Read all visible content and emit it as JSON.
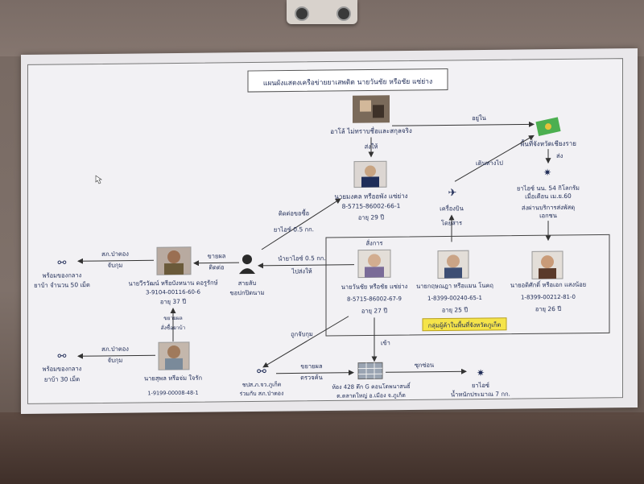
{
  "diagram": {
    "title": "แผนผังแสดงเครือข่ายยาเสพติด นายวันชัย หรือชัย แซ่ย่าง",
    "boss": {
      "name": "อาโล้ ไม่ทราบชื่อและสกุลจริง"
    },
    "region": {
      "label": "พื้นที่จังหวัดเชียงราย"
    },
    "drugs_source": {
      "line1": "ยาไอซ์ นน. 54 กิโลกรัม",
      "line2": "เมื่อเดือน เม.ย.60",
      "line3": "ส่งผ่านบริการส่งพัสดุ",
      "line4": "เอกชน"
    },
    "mongkol": {
      "name": "นายมงคล หรืออพัง แซ่ย่าง",
      "id": "8-5715-86002-66-1",
      "age": "อายุ 29 ปี"
    },
    "contact": {
      "name": "สายลับ",
      "name2": "ขอปกปิดนาม"
    },
    "wanchai": {
      "name": "นายวันชัย หรือชัย แซ่ย่าง",
      "id": "8-5715-86002-67-9",
      "age": "อายุ 27 ปี"
    },
    "p2": {
      "name": "นายกฤษณฎา หรือแมน โนคฤ",
      "id": "1-8399-00240-65-1",
      "age": "อายุ 25 ปี"
    },
    "p3": {
      "name": "นายอดิศักดิ์ หรือเอก แสงน้อย",
      "id": "1-8399-00212-81-0",
      "age": "อายุ 26 ปี"
    },
    "group_label": "กลุ่มผู้ค้าในพื้นที่จังหวัดภูเก็ต",
    "werawat": {
      "name": "นายวีรวัฒน์ หรือบังหนาน ดอรูรักษ์",
      "id": "3-9104-00116-60-6",
      "age": "อายุ 37 ปี"
    },
    "somsak": {
      "name": "นายสุพล หรือจ่ม ใจรัก",
      "id": "1-9199-00008-48-1"
    },
    "seizure1": {
      "line1": "พร้อมของกลาง",
      "line2": "ยาบ้า จำนวน 50 เม็ด"
    },
    "seizure2": {
      "line1": "พร้อมของกลาง",
      "line2": "ยาบ้า 30 เม็ด"
    },
    "police": {
      "line1": "ชปส.ภ.จว.ภูเก็ต",
      "line2": "ร่วมกับ สภ.ป่าตอง"
    },
    "condo": {
      "line1": "ห้อง 428 ตึก G คอนโดพนาสนธิ์",
      "line2": "ต.ตลาดใหญ่ อ.เมือง จ.ภูเก็ต"
    },
    "ice_final": {
      "line1": "ยาไอซ์",
      "line2": "น้ำหนักประมาณ 7 กก."
    },
    "edges": {
      "in_region": "อยู่ใน",
      "send_to": "ส่งให้",
      "travel": "เดินทางไป",
      "send": "ส่ง",
      "contact_buy": "ติดต่อขอซื้อ",
      "ice_half": "ยาไอซ์ 0.5 กก.",
      "sell_contact1": "ขายผล",
      "sell_contact2": "ติดต่อ",
      "ice_send1": "นำยาไอซ์ 0.5 กก.",
      "ice_send2": "ไปส่งให้",
      "order": "สั่งการ",
      "plane": "เครื่องบิน",
      "by_plane": "โดยสาร",
      "arrest_patong1": "สภ.ป่าตอง",
      "arrest_patong2": "จับกุม",
      "arrest2_1": "สภ.ป่าตอง",
      "arrest2_2": "จับกุม",
      "order2_1": "ขยายผล",
      "order2_2": "สั่งซื้อยาบ้า",
      "caught": "ถูกจับกุม",
      "expand1": "ขยายผล",
      "expand2": "ตรวจค้น",
      "enter": "เข้า",
      "hide": "ซุกซ่อน"
    }
  }
}
